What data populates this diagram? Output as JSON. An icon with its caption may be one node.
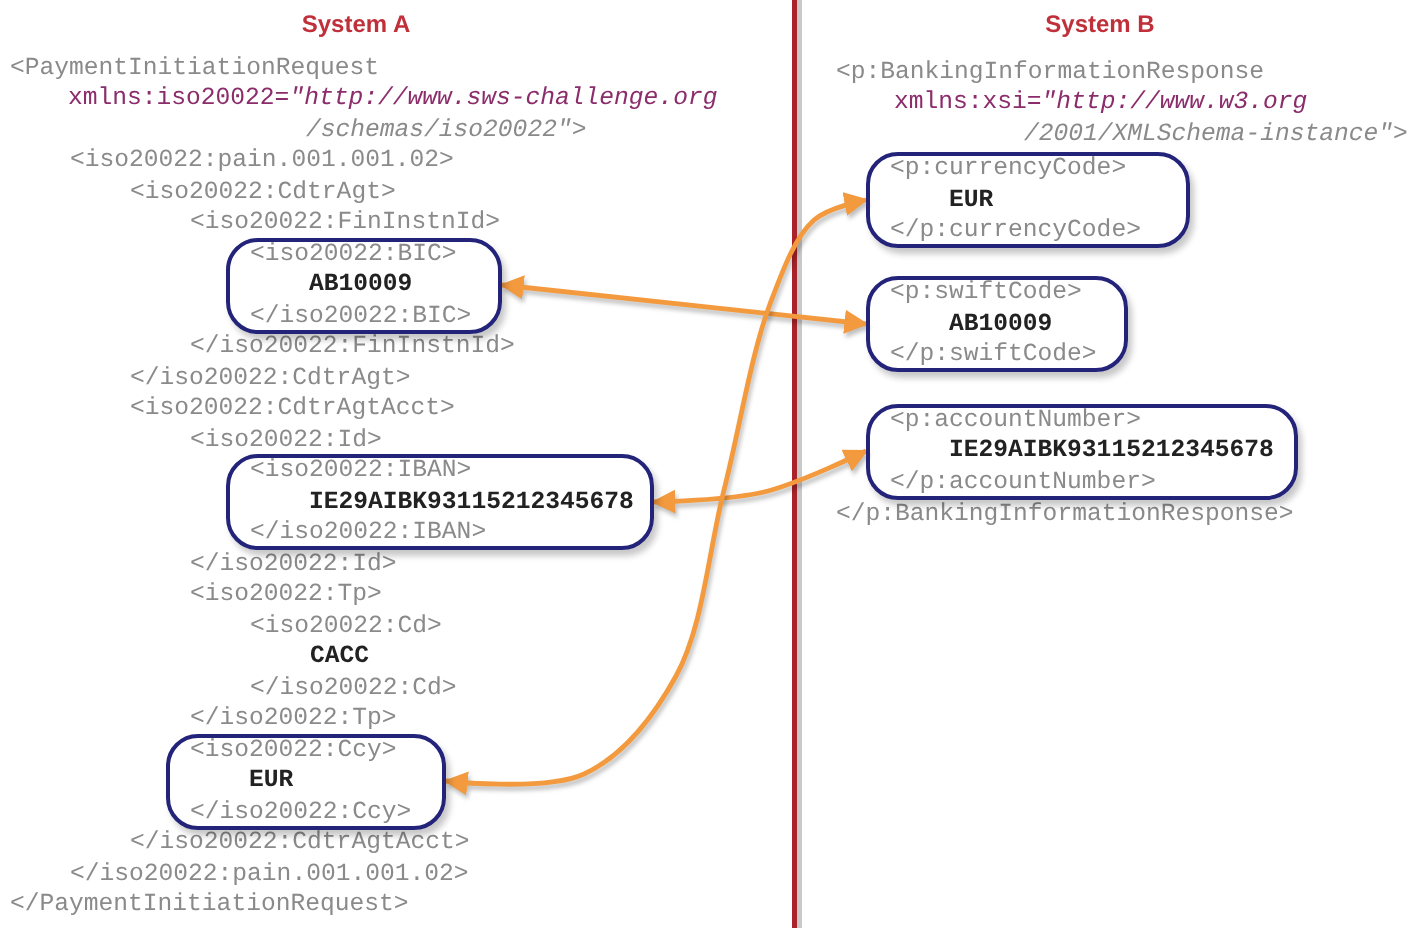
{
  "diagram": {
    "nodes": [
      {
        "text": [
          "<iso20022:BIC>",
          "AB10009",
          "</iso20022:BIC>"
        ]
      },
      {
        "text": [
          "<iso20022:IBAN>",
          "IE29AIBK93115212345678",
          "</iso20022:IBAN>"
        ]
      },
      {
        "text": [
          "<iso20022:Ccy>",
          "EUR",
          "</iso20022:Ccy>"
        ]
      },
      {
        "text": [
          "<p:currencyCode>",
          "EUR",
          "</p:currencyCode>"
        ]
      },
      {
        "text": [
          "<p:swiftCode>",
          "AB10009",
          "</p:swiftCode>"
        ]
      },
      {
        "text": [
          "<p:accountNumber>",
          "IE29AIBK93115212345678",
          "</p:accountNumber>"
        ]
      }
    ],
    "edges": [
      {
        "from": 0,
        "to": 4,
        "arrow": "both"
      },
      {
        "from": 1,
        "to": 5,
        "arrow": "both"
      },
      {
        "from": 2,
        "to": 3,
        "arrow": "both"
      }
    ],
    "labels": [
      "System A",
      "<PaymentInitiationRequest",
      "xmlns:iso20022=*\"http://www.sws-challenge.org*",
      "*/schemas/iso20022\"*>",
      "<iso20022:pain.001.001.02>",
      "<iso20022:CdtrAgt>",
      "<iso20022:FinInstnId>",
      "</iso20022:FinInstnId>",
      "</iso20022:CdtrAgt>",
      "<iso20022:CdtrAgtAcct>",
      "<iso20022:Id>",
      "</iso20022:Id>",
      "<iso20022:Tp>",
      "<iso20022:Cd>",
      "CACC",
      "</iso20022:Cd>",
      "</iso20022:Tp>",
      "</iso20022:CdtrAgtAcct>",
      "</iso20022:pain.001.001.02>",
      "</PaymentInitiationRequest>",
      "System B",
      "<p:BankingInformationResponse",
      "xmlns:xsi=*\"http://www.w3.org*",
      "*/2001/XMLSchema-instance\"*>",
      "</p:BankingInformationResponse>"
    ]
  }
}
